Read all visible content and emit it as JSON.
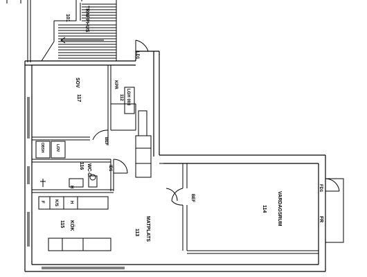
{
  "rooms": [
    {
      "id": "trapphus",
      "name": "TRAPPHUS",
      "number": "101"
    },
    {
      "id": "sov",
      "name": "SOV",
      "number": "117"
    },
    {
      "id": "kpr",
      "name": "KPR",
      "number": "112"
    },
    {
      "id": "wc-d",
      "name": "WC-D",
      "number": "116"
    },
    {
      "id": "kok",
      "name": "KÖK",
      "number": "115"
    },
    {
      "id": "matplats",
      "name": "MATPLATS",
      "number": "113"
    },
    {
      "id": "vardagsrum",
      "name": "VARDAGSRUM",
      "number": "114"
    }
  ],
  "labels": {
    "apartment": "LGH 003",
    "door_ld1": "LD1",
    "door_id1": "ID1",
    "door_fd1": "FD1",
    "bef_hall": "BEF",
    "bef_living": "BEF",
    "obsh": "OBSH",
    "ldv": "L/DV",
    "h1": "H",
    "h2": "H",
    "ks": "K/S",
    "f": "F",
    "fr": "FR"
  },
  "colors": {
    "line": "#000000",
    "background": "#ffffff"
  }
}
